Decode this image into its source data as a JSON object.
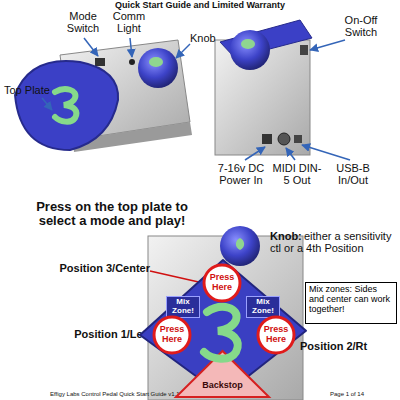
{
  "diagram": {
    "title": "Quick Start Guide and Limited Warranty",
    "nodes": [
      {
        "text": [
          "Mix Zone!",
          "Mix Zone!"
        ]
      },
      {
        "text": [
          "Press Here"
        ],
        "in": 0
      },
      {
        "text": [
          "Press Here"
        ],
        "in": 0
      },
      {
        "text": [
          "Press Here"
        ],
        "in": 0
      },
      {
        "text": [
          "Backstop"
        ]
      },
      {
        "text": [
          "Mix zones: Sides and center can work together!"
        ]
      }
    ],
    "labels": [
      "Mode Switch",
      "Comm Light",
      "Knob",
      "On-Off Switch",
      "Top Plate",
      "7-16v DC Power In",
      "MIDI DIN-5 Out",
      "USB-B In/Out",
      "Press on the top plate to select a mode and play!",
      "Knob:",
      "either a sensitivity ctl or a 4th Position",
      "Position 3/Center",
      "Position 1/Left",
      "Position 2/Rt",
      "Effigy Labs Control Pedal Quick Start Guide v1.1 1-June-2018",
      "Page 1 of 14"
    ]
  }
}
